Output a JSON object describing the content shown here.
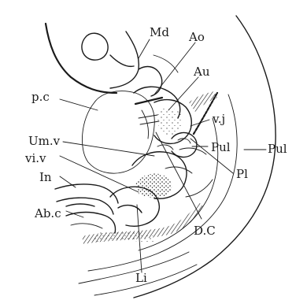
{
  "labels": {
    "md": "Md",
    "ao": "Ao",
    "au": "Au",
    "pc": "p.c",
    "vj": "v.j",
    "umv": "Um.v",
    "viv": "vi.v",
    "pul_inner": "Pul",
    "pul_outer": "Pul",
    "in": "In",
    "pl": "Pl",
    "abc": "Ab.c",
    "dc": "D.C",
    "li": "Li"
  },
  "colors": {
    "ink": "#1a1a1a",
    "background": "#ffffff"
  }
}
